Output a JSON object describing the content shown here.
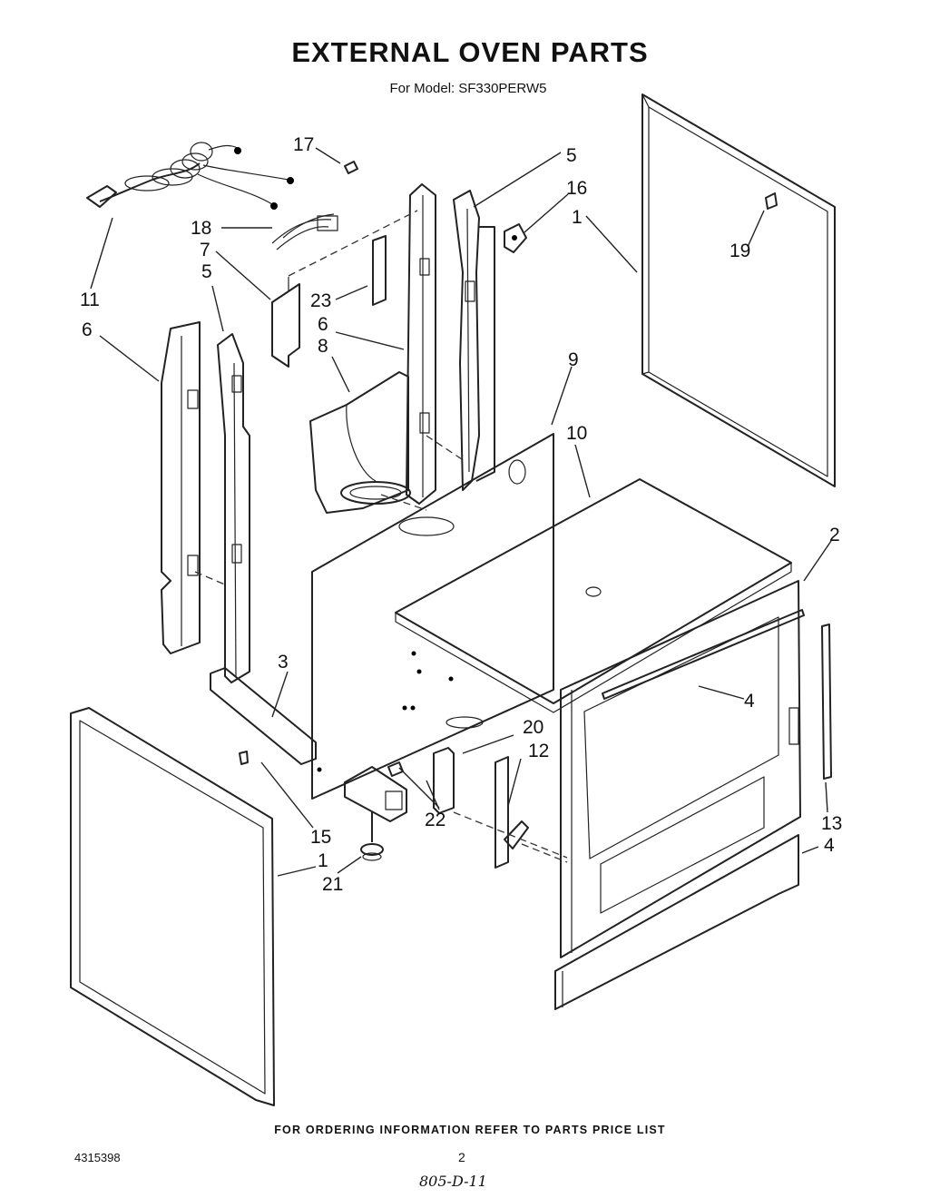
{
  "header": {
    "title": "EXTERNAL OVEN PARTS",
    "model_label": "For Model:",
    "model_number": "SF330PERW5"
  },
  "callouts": {
    "c1_right": "1",
    "c1_left": "1",
    "c2": "2",
    "c3": "3",
    "c4_upper": "4",
    "c4_lower": "4",
    "c5_top": "5",
    "c5_left": "5",
    "c6_left": "6",
    "c6_mid": "6",
    "c7": "7",
    "c8": "8",
    "c9": "9",
    "c10": "10",
    "c11": "11",
    "c12": "12",
    "c13": "13",
    "c15": "15",
    "c16": "16",
    "c17": "17",
    "c18": "18",
    "c19": "19",
    "c20": "20",
    "c21": "21",
    "c22": "22",
    "c23": "23"
  },
  "footer": {
    "ordering_note": "FOR ORDERING INFORMATION REFER TO PARTS PRICE LIST",
    "document_number": "4315398",
    "page_number": "2",
    "handwritten_code": "805-D-11"
  }
}
